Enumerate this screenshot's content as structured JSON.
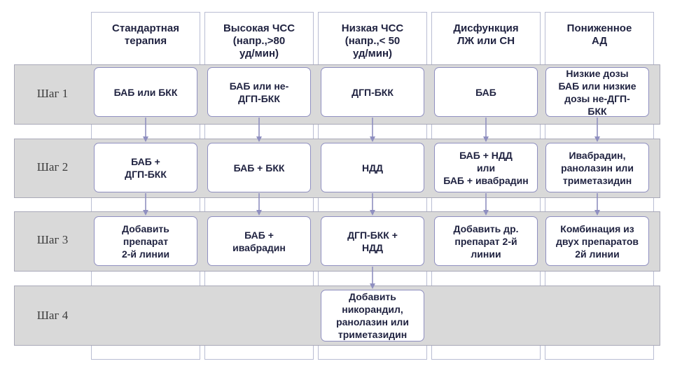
{
  "columns": [
    {
      "header": "Стандартная\nтерапия"
    },
    {
      "header": "Высокая ЧСС\n(напр.,>80\nуд/мин)"
    },
    {
      "header": "Низкая ЧСС\n(напр.,< 50\nуд/мин)"
    },
    {
      "header": "Дисфункция\nЛЖ или СН"
    },
    {
      "header": "Пониженное\nАД"
    }
  ],
  "steps": [
    {
      "label": "Шаг 1"
    },
    {
      "label": "Шаг 2"
    },
    {
      "label": "Шаг 3"
    },
    {
      "label": "Шаг 4"
    }
  ],
  "cells": {
    "s1": [
      "БАБ или БКК",
      "БАБ или не-\nДГП-БКК",
      "ДГП-БКК",
      "БАБ",
      "Низкие дозы\nБАБ или низкие\nдозы не-ДГП-\nБКК"
    ],
    "s2": [
      "БАБ +\nДГП-БКК",
      "БАБ  + БКК",
      "НДД",
      "БАБ + НДД\nили\nБАБ + ивабрадин",
      "Ивабрадин,\nранолазин или\nтриметазидин"
    ],
    "s3": [
      "Добавить\nпрепарат\n2-й линии",
      "БАБ +\nивабрадин",
      "ДГП-БКК +\nНДД",
      "Добавить др.\nпрепарат 2-й\nлинии",
      "Комбинация из\nдвух препаратов\n2й линии"
    ],
    "s4_col3": "Добавить\nникорандил,\nранолазин или\nтриметазидин"
  },
  "colors": {
    "band": "#d9d9d9",
    "box_border": "#8f8fc0",
    "arrow": "#8f8fc0",
    "text": "#1f2240"
  }
}
